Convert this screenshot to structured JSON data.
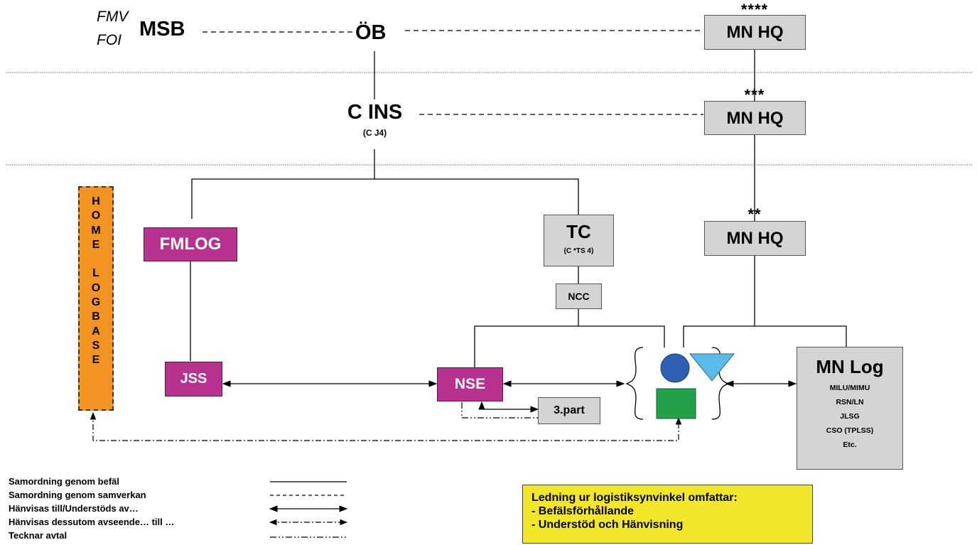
{
  "top_row": {
    "fmv": "FMV",
    "foi": "FOI",
    "msb": "MSB",
    "ob": "ÖB"
  },
  "c_ins": {
    "title": "C INS",
    "subtitle": "(C J4)"
  },
  "mn_hq": [
    {
      "stars": "****",
      "label": "MN HQ"
    },
    {
      "stars": "***",
      "label": "MN HQ"
    },
    {
      "stars": "**",
      "label": "MN HQ"
    }
  ],
  "tc": {
    "title": "TC",
    "subtitle": "(C *TS 4)"
  },
  "ncc": "NCC",
  "fmlog": "FMLOG",
  "jss": "JSS",
  "nse": "NSE",
  "third_party": "3.part",
  "home_logbase": [
    "H",
    "O",
    "M",
    "E",
    "",
    "L",
    "O",
    "G",
    "B",
    "A",
    "S",
    "E"
  ],
  "mn_log": {
    "title": "MN Log",
    "items": [
      "MILU/MIMU",
      "RSN/LN",
      "JLSG",
      "CSO (TPLSS)",
      "Etc."
    ]
  },
  "symbols": {
    "circle": "#2f5fb0",
    "triangle": "#5bbbe8",
    "square": "#22a04a"
  },
  "legend": [
    {
      "label": "Samordning genom befäl",
      "style": "solid"
    },
    {
      "label": "Samordning genom samverkan",
      "style": "dashed"
    },
    {
      "label": "Hänvisas till/Understöds av…",
      "style": "double-arrow-solid"
    },
    {
      "label": "Hänvisas dessutom avseende… till …",
      "style": "double-arrow-dashdot"
    },
    {
      "label": "Tecknar avtal",
      "style": "dash-dot-dot"
    }
  ],
  "note": {
    "title": "Ledning ur logistiksynvinkel omfattar:",
    "lines": [
      "- Befälsförhållande",
      "- Understöd och Hänvisning"
    ]
  },
  "colors": {
    "purple": "#b7318e",
    "gray_box": "#d4d4d4",
    "orange": "#f39322",
    "note_yellow": "#f2e62a"
  }
}
